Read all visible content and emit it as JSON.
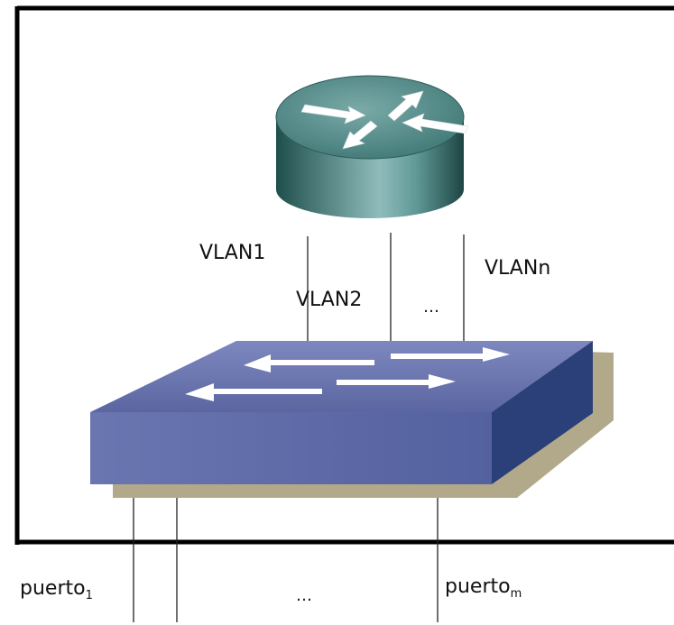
{
  "labels": {
    "vlan1": "VLAN1",
    "vlan2": "VLAN2",
    "vlann": "VLANn",
    "ellipsis_top": "…",
    "ellipsis_bottom": "…",
    "puerto_first": {
      "base": "puerto",
      "sub": "1"
    },
    "puerto_last": {
      "base": "puerto",
      "sub": "m"
    }
  },
  "icons": {
    "router": "router-icon",
    "switch": "switch-icon"
  },
  "colors": {
    "router_body": "#3f7d7b",
    "router_top": "#6fa3a1",
    "switch_top": "#6b76ad",
    "switch_front": "#5e6aa6",
    "switch_side": "#2b3f78",
    "switch_shadow": "#b2a98a",
    "frame": "#000000"
  }
}
